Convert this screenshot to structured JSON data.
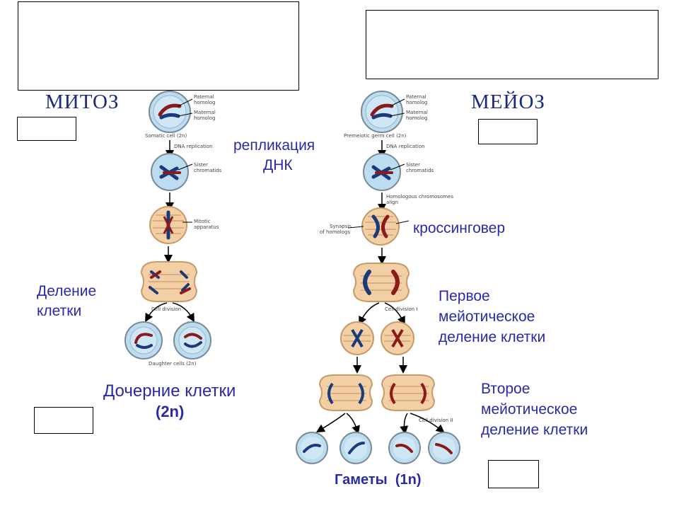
{
  "titles": {
    "mitosis": "МИТОЗ",
    "meiosis": "МЕЙОЗ"
  },
  "russian_labels": {
    "replication_l1": "репликация",
    "replication_l2": "ДНК",
    "crossing_over": "кроссинговер",
    "division_l1": "Деление",
    "division_l2": "клетки",
    "first_l1": "Первое",
    "first_l2": "мейотическое",
    "first_l3": "деление клетки",
    "second_l1": "Второе",
    "second_l2": "мейотическое",
    "second_l3": "деление клетки",
    "daughter_l1": "Дочерние клетки",
    "daughter_l2": "(2n)",
    "gametes": "Гаметы  (1n)"
  },
  "english_labels": {
    "paternal_l1": "Paternal",
    "paternal_l2": "homolog",
    "maternal_l1": "Maternal",
    "maternal_l2": "homolog",
    "somatic": "Somatic cell (2n)",
    "premeiotic": "Premeiotic germ cell (2n)",
    "dna_replication": "DNA replication",
    "sister_l1": "Sister",
    "sister_l2": "chromatids",
    "mitotic_l1": "Mitotic",
    "mitotic_l2": "apparatus",
    "homologous_l1": "Homologous chromosomes",
    "homologous_l2": "align",
    "synapsis_l1": "Synapsis",
    "synapsis_l2": "of homologs",
    "cell_division": "Cell division",
    "cell_division_1": "Cell division I",
    "cell_division_2": "Cell division II",
    "daughter_cells": "Daughter cells (2n)"
  },
  "colors": {
    "label_blue": "#2a2aa8",
    "cell_fill": "#f2cfa4",
    "nucleus_fill": "#bcdcf0",
    "paternal": "#8b1a1a",
    "maternal": "#1a3a7a"
  }
}
